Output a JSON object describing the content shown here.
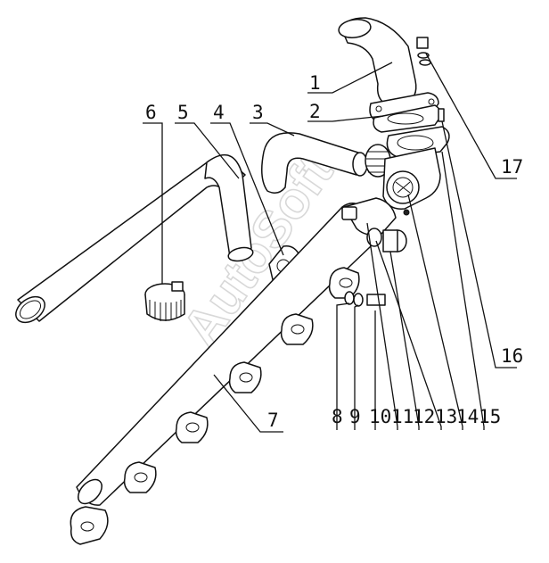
{
  "watermark": "AutoSoft",
  "callouts": [
    {
      "id": "c1",
      "text": "1"
    },
    {
      "id": "c2",
      "text": "2"
    },
    {
      "id": "c3",
      "text": "3"
    },
    {
      "id": "c4",
      "text": "4"
    },
    {
      "id": "c5",
      "text": "5"
    },
    {
      "id": "c6",
      "text": "6"
    },
    {
      "id": "c7",
      "text": "7"
    },
    {
      "id": "c8",
      "text": "8"
    },
    {
      "id": "c9",
      "text": "9"
    },
    {
      "id": "c10",
      "text": "10"
    },
    {
      "id": "c11",
      "text": "11"
    },
    {
      "id": "c12",
      "text": "12"
    },
    {
      "id": "c13",
      "text": "13"
    },
    {
      "id": "c14",
      "text": "14"
    },
    {
      "id": "c15",
      "text": "15"
    },
    {
      "id": "c16",
      "text": "16"
    },
    {
      "id": "c17",
      "text": "17"
    }
  ]
}
